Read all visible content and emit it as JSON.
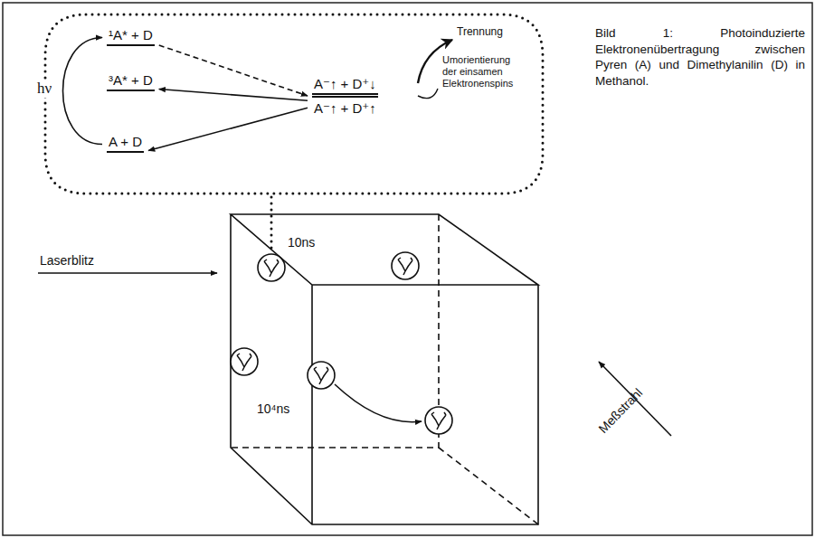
{
  "diagram": {
    "caption": "Bild 1: Photoinduzierte Elektronenübertragung zwischen Pyren (A) und Dimethylanilin (D) in Methanol.",
    "nodes": [
      {
        "text": [
          "¹A* + D"
        ]
      },
      {
        "text": [
          "³A* + D"
        ]
      },
      {
        "text": [
          "A + D"
        ]
      },
      {
        "text": [
          "A⁻↑ + D⁺↓",
          "A⁻↑ + D⁺↑"
        ]
      }
    ],
    "edges": [
      {
        "from": 2,
        "to": 0,
        "arrow": "to",
        "label": "hν"
      },
      {
        "from": 0,
        "to": 3,
        "arrow": "to"
      },
      {
        "from": 3,
        "to": 1,
        "arrow": "to"
      },
      {
        "from": 3,
        "to": 2,
        "arrow": "to"
      }
    ],
    "labels": [
      "Trennung",
      "Umorientierung der einsamen Elektronenspins",
      "10ns",
      "10⁴ns",
      "Laserblitz",
      "Meßstrahl"
    ]
  }
}
